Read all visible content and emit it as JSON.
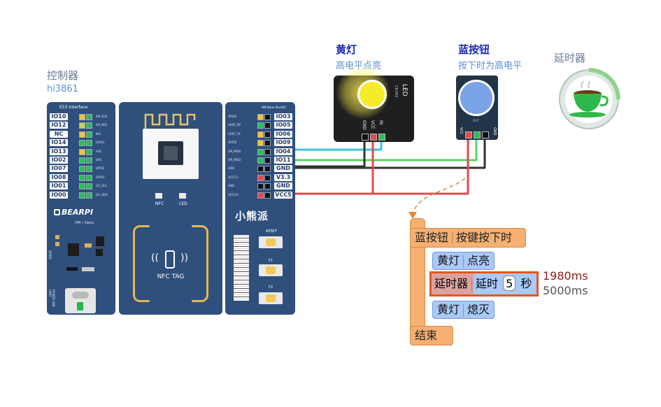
{
  "controller": {
    "title": "控制器",
    "chip": "hi3861"
  },
  "led": {
    "title": "黄灯",
    "desc": "高电平点亮",
    "board_label": "LED",
    "model": "CK-001",
    "pins": [
      "GND",
      "VCC",
      "IN"
    ]
  },
  "button": {
    "title": "蓝按钮",
    "desc": "按下时为高电平",
    "pins": [
      "VCC",
      "OUT",
      "GND"
    ],
    "model": "GUT"
  },
  "timer": {
    "title": "延时器"
  },
  "left_board": {
    "header": "E53 Interface",
    "pins": [
      "IO10",
      "IO12",
      "NC",
      "IO14",
      "IO13",
      "IO02",
      "IO07",
      "IO08",
      "IO01",
      "IO00"
    ],
    "signals": [
      "SPI_SCK",
      "SPI_NSS",
      "N/A",
      "GPIO1",
      "ADC",
      "DAC",
      "GPIO2",
      "GPIO3",
      "I2C_SCL",
      "I2C_SDA"
    ],
    "brand": "BEARPI",
    "model": "HM • Nano",
    "side_labels": [
      "SENSE",
      "POWER USB-UART"
    ]
  },
  "middle_board": {
    "nfc": "NFC",
    "led": "LED",
    "nfc_tag": "NFC TAG"
  },
  "right_board": {
    "header": "HM-Nano RevA02",
    "pins": [
      "IO03",
      "IO05",
      "IO06",
      "IO09",
      "IO04",
      "IO11",
      "GND",
      "V3.3",
      "GND",
      "VCC5"
    ],
    "signals": [
      "GPIO4",
      "UART_RX",
      "UART_TX",
      "GPIO5",
      "SPI_MOSI",
      "SPI_MISO",
      "GND",
      "VCC3.3",
      "GND",
      "VCC5.0"
    ],
    "brand": "小熊派",
    "buttons": [
      "RESET",
      "F1",
      "F2"
    ]
  },
  "program": {
    "event": {
      "device": "蓝按钮",
      "trigger": "按键按下时"
    },
    "steps": [
      {
        "device": "黄灯",
        "action": "点亮"
      },
      {
        "device": "延时器",
        "action": "延时",
        "value": "5",
        "unit": "秒"
      },
      {
        "device": "黄灯",
        "action": "熄灭"
      }
    ],
    "end": "结束"
  },
  "timing": {
    "elapsed": "1980ms",
    "total": "5000ms"
  },
  "colors": {
    "board": "#2f4f7d",
    "wire_cyan": "#39c6d4",
    "wire_green": "#5bd46a",
    "wire_red": "#e5484d",
    "wire_black": "#333333",
    "event_block": "#f5b072",
    "action_block": "#a9c9f7",
    "highlight": "#e8541c"
  },
  "icons": {
    "timer": "teacup-icon",
    "wifi": "wifi-antenna-icon",
    "phone": "phone-icon"
  }
}
